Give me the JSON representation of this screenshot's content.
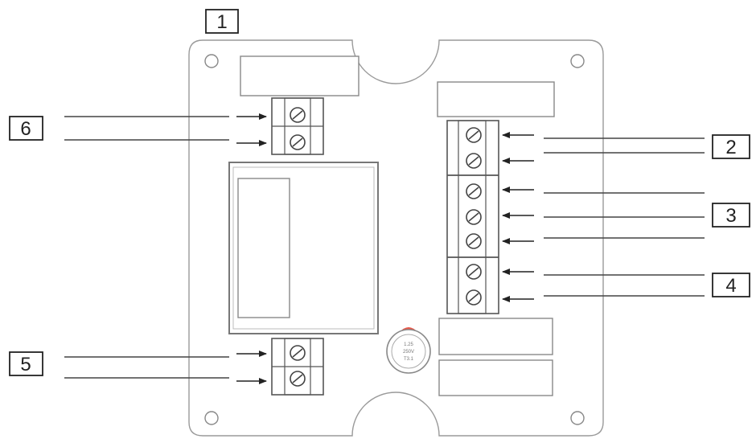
{
  "callouts": {
    "c1": "1",
    "c2": "2",
    "c3": "3",
    "c4": "4",
    "c5": "5",
    "c6": "6"
  },
  "fuse": {
    "line1": "1.25",
    "line2": "250V",
    "line3": "T3.1"
  },
  "colors": {
    "line": "#444444",
    "board_edge": "#9a9a9a",
    "fuse_cap": "#e8584a"
  }
}
